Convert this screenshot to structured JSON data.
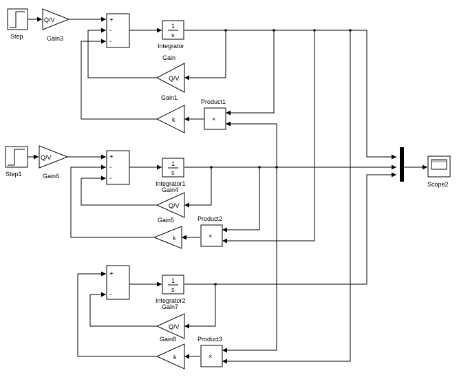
{
  "diagram": {
    "step_blocks": [
      {
        "label": "Step"
      },
      {
        "label": "Step1"
      }
    ],
    "gain_qv_text": "Q/V",
    "gain_k_text": "k",
    "integrator_text": {
      "num": "1",
      "den": "s"
    },
    "product_symbol": "×",
    "sum_signs": [
      "+",
      "-",
      "-"
    ],
    "labels": {
      "gain3": "Gain3",
      "gain6": "Gain6",
      "integrator": "Integrator",
      "integrator1": "Integrator1",
      "integrator2": "Integrator2",
      "gain": "Gain",
      "gain1": "Gain1",
      "gain4": "Gain4",
      "gain5": "Gain5",
      "gain7": "Gain7",
      "gain8": "Gain8",
      "product1": "Product1",
      "product2": "Product2",
      "product3": "Product3",
      "scope2": "Scope2"
    }
  }
}
